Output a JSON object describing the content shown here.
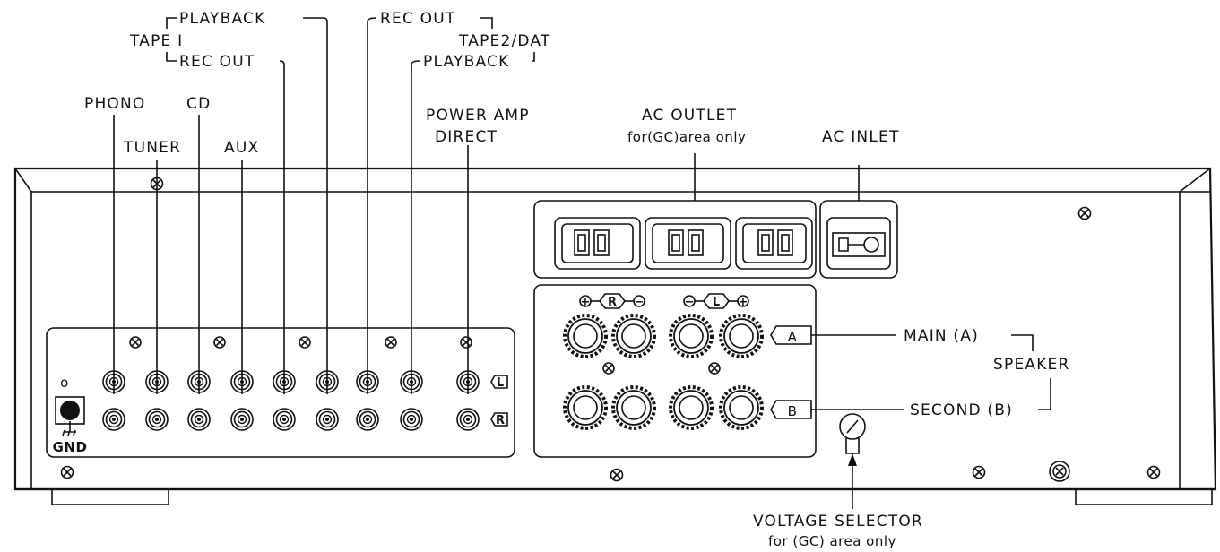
{
  "labels": {
    "phono": "PHONO",
    "tuner": "TUNER",
    "cd": "CD",
    "aux": "AUX",
    "tape1": "TAPE I",
    "tape1_playback": "PLAYBACK",
    "tape1_rec_out": "REC OUT",
    "tape2_rec_out": "REC OUT",
    "tape2_dat": "TAPE2/DAT",
    "tape2_playback": "PLAYBACK",
    "power_amp_line1": "POWER AMP",
    "power_amp_line2": "DIRECT",
    "ac_outlet_line1": "AC OUTLET",
    "ac_outlet_line2": "for(GC)area only",
    "ac_inlet": "AC INLET",
    "main_a": "MAIN (A)",
    "speaker": "SPEAKER",
    "second_b": "SECOND (B)",
    "voltage_selector_line1": "VOLTAGE SELECTOR",
    "voltage_selector_line2": "for (GC) area only",
    "gnd": "GND",
    "channel_l": "L",
    "channel_r": "R",
    "speaker_a": "A",
    "speaker_b": "B",
    "terminal_r": "R",
    "terminal_l": "L",
    "plus": "+",
    "minus": "−",
    "gnd_o": "o"
  }
}
